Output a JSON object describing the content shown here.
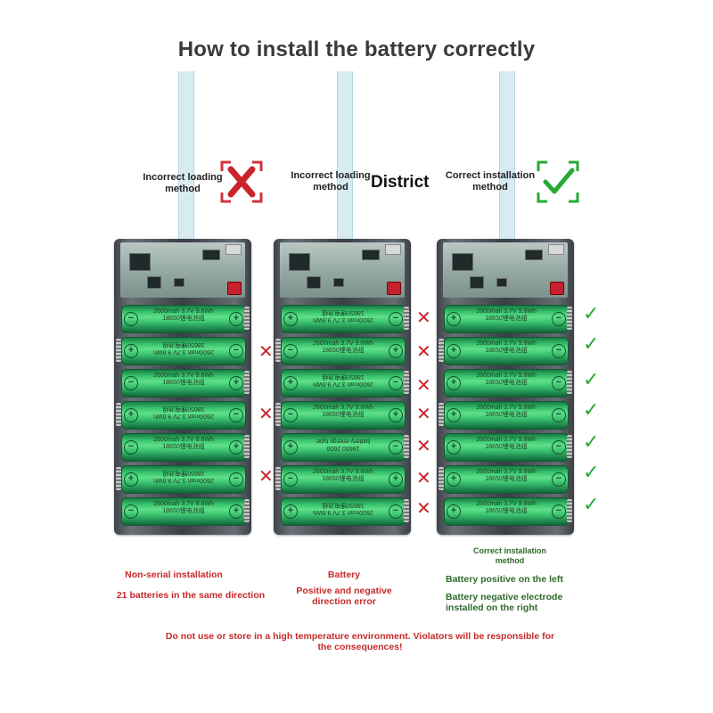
{
  "title": "How to install the battery correctly",
  "panels": [
    {
      "header": "Incorrect loading method",
      "mark": "cross",
      "cells": [
        "2600mah 3.7V 9.6Wh\n18650锂电池组",
        "2600mah 3.7V 9.6Wh\n18650锂电池组",
        "2600mah 3.7V 9.6Wh\n18650锂电池组",
        "2600mah 3.7V 9.6Wh\n18650锂电池组",
        "2600mah 3.7V 9.6Wh\n18650锂电池组",
        "2600mah 3.7V 9.6Wh\n18650锂电池组",
        "2600mah 3.7V 9.6Wh\n18650锂电池组"
      ],
      "caption_title": "Non-serial installation",
      "caption_body": "21 batteries in the same direction"
    },
    {
      "header": "Incorrect loading method",
      "header_extra": "District",
      "mark": "cross",
      "cells": [
        "2600mah 3.7V 9.6Wh\n18650锂电池组",
        "2600mah 3.7V 9.6Wh\n18650锂电池组",
        "2600mah 3.7V 9.6Wh\n18650锂电池组",
        "2600mah 3.7V 9.6Wh\n18650锂电池组",
        "18650 2600\nbattery energy type",
        "2600mah 3.7V 9.6Wh\n18650锂电池组",
        "2600mah 3.7V 9.6Wh\n18650锂电池组"
      ],
      "caption_title": "Battery",
      "caption_body": "Positive and negative direction error"
    },
    {
      "header": "Correct installation method",
      "mark": "check",
      "cells": [
        "2600mah 3.7V 9.6Wh\n18650锂电池组",
        "2600mah 3.7V 9.6Wh\n18650锂电池组",
        "2600mah 3.7V 9.6Wh\n18650锂电池组",
        "2600mah 3.7V 9.6Wh\n18650锂电池组",
        "2600mah 3.7V 9.6Wh\n18650锂电池组",
        "2600mah 3.7V 9.6Wh\n18650锂电池组",
        "2600mah 3.7V 9.6Wh\n18650锂电池组"
      ],
      "caption_title": "Correct installation method",
      "caption_line1": "Battery positive on the left",
      "caption_line2": "Battery negative electrode installed on the right"
    }
  ],
  "side_marks": {
    "cross": "✕",
    "check": "✓"
  },
  "warning": "Do not use or store in a high temperature environment. Violators will be responsible for the consequences!",
  "colors": {
    "title": "#3a3a3a",
    "error": "#c62a2a",
    "correct": "#27a935",
    "caption_green": "#2f6b2a",
    "battery": "#3cc370"
  },
  "icons": [
    "red-cross-box-icon",
    "green-check-box-icon",
    "cross-mark-icon",
    "check-mark-icon"
  ]
}
